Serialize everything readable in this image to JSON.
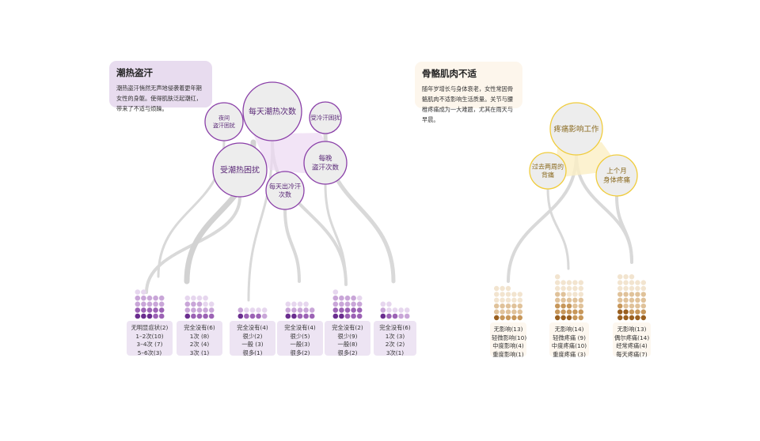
{
  "colors": {
    "purple_dark": "#6a2d8f",
    "purple_mid": "#9c63b5",
    "purple_light": "#c9a6d8",
    "purple_pale": "#e6d6ee",
    "gold_dark": "#9a6020",
    "gold_mid": "#c7975a",
    "gold_light": "#e0c29a",
    "gold_pale": "#f2e4cf",
    "bubble_ring_purple": "#8a3fa8",
    "bubble_ring_yellow": "#f0cc3c",
    "connector_gray": "#d9d9d9"
  },
  "sections": [
    {
      "id": "hot-flashes",
      "title": "潮热盗汗",
      "description": "潮热盗汗悄然无声地侵袭着更年期女性的身躯。使得肌肤泛起潮红，带来了不适与烦躁。",
      "bubbles": [
        "夜间\n盗汗困扰",
        "每天潮热次数",
        "受冷汗困扰",
        "受潮热困扰",
        "每晚\n盗汗次数",
        "每天出冷汗\n次数"
      ],
      "cards": [
        {
          "lines": [
            "无明显症状(2)",
            "1–2次(10)",
            "3–4次 (7)",
            "5–6次(3)"
          ],
          "counts": [
            2,
            10,
            7,
            3
          ]
        },
        {
          "lines": [
            "完全没有(6)",
            "1次 (8)",
            "2次 (4)",
            "3次 (1)"
          ],
          "counts": [
            6,
            8,
            4,
            1
          ]
        },
        {
          "lines": [
            "完全没有(4)",
            "很少(2)",
            "一般 (3)",
            "很多(1)"
          ],
          "counts": [
            4,
            2,
            3,
            1
          ]
        },
        {
          "lines": [
            "完全没有(4)",
            "很少(5)",
            "一般(3)",
            "很多(2)"
          ],
          "counts": [
            4,
            5,
            3,
            2
          ]
        },
        {
          "lines": [
            "完全没有(2)",
            "很少(9)",
            "一般(8)",
            "很多(2)"
          ],
          "counts": [
            2,
            9,
            8,
            2
          ]
        },
        {
          "lines": [
            "完全没有(6)",
            "1次 (3)",
            "2次 (2)",
            "3次(1)"
          ],
          "counts": [
            6,
            3,
            2,
            1
          ]
        }
      ]
    },
    {
      "id": "musculoskeletal",
      "title": "骨骼肌肉不适",
      "description": "随年岁增长与身体衰老，女性常因骨骼肌肉不适影响生活质量。关节与腰椎疼痛成为一大难题，尤其在雨天与早晨。",
      "bubbles": [
        "疼痛影响工作",
        "过去两周的\n背痛",
        "上个月\n身体疼痛"
      ],
      "cards": [
        {
          "lines": [
            "无影响(13)",
            "轻微影响(10)",
            "中度影响(4)",
            "重度影响(1)"
          ],
          "counts": [
            13,
            10,
            4,
            1
          ]
        },
        {
          "lines": [
            "无影响(14)",
            "轻微疼痛 (9)",
            "中度疼痛(10)",
            "重度疼痛 (3)"
          ],
          "counts": [
            14,
            9,
            10,
            3
          ]
        },
        {
          "lines": [
            "无影响(13)",
            "偶尔疼痛(14)",
            "经常疼痛(4)",
            "每天疼痛(7)"
          ],
          "counts": [
            13,
            14,
            4,
            7
          ]
        }
      ]
    }
  ]
}
